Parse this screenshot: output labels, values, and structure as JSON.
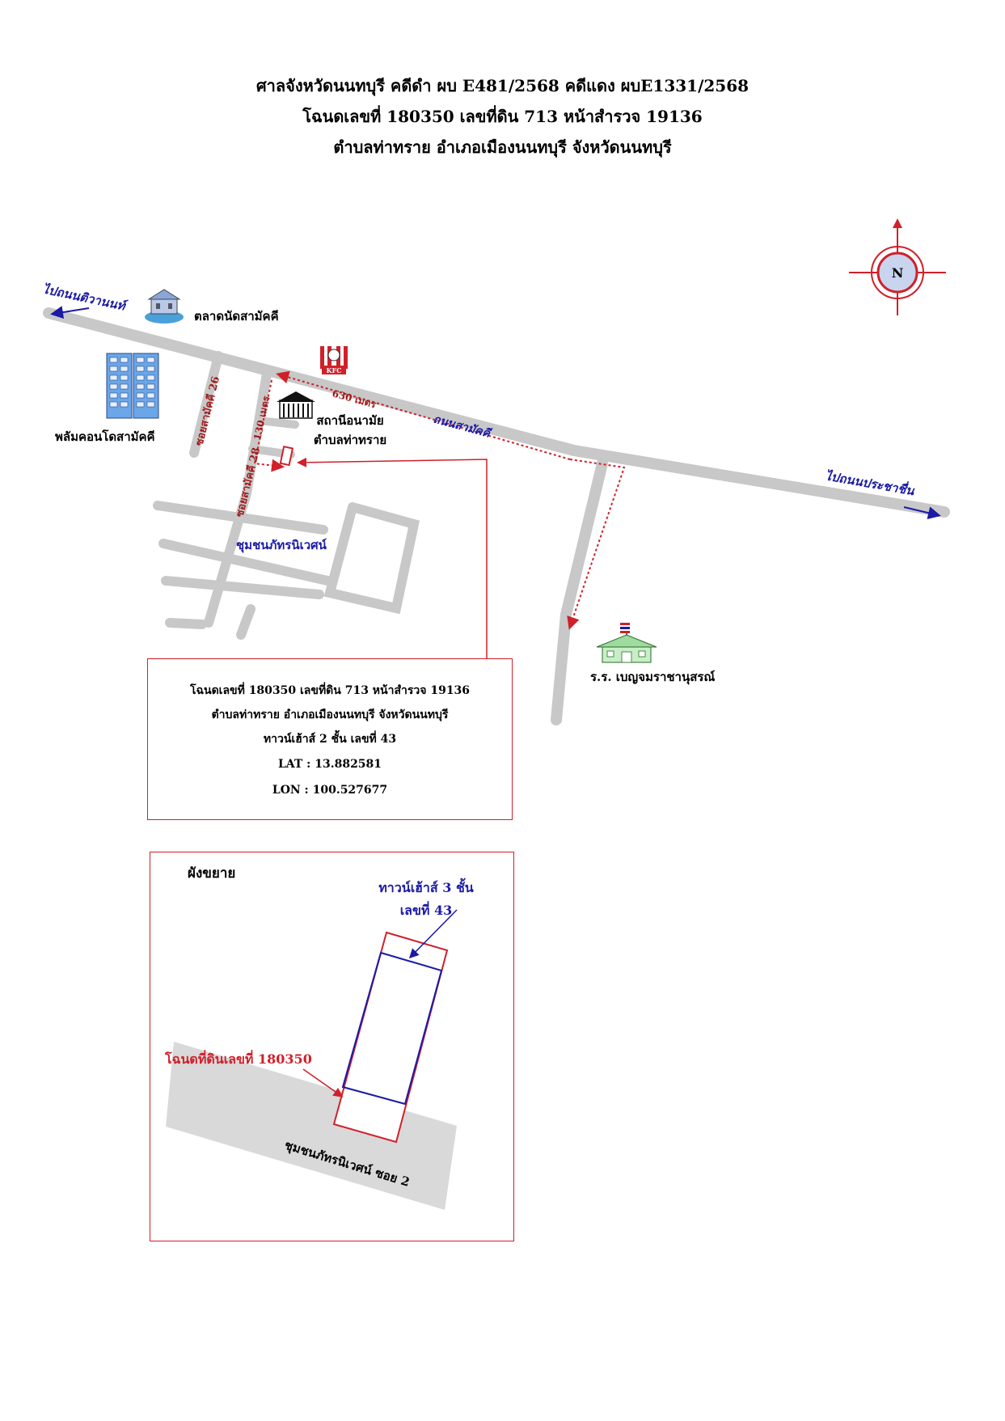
{
  "header": {
    "line1": "ศาลจังหวัดนนทบุรี  คดีดำ ผบ E481/2568  คดีแดง ผบE1331/2568",
    "line2": "โฉนดเลขที่ 180350  เลขที่ดิน 713 หน้าสำรวจ 19136",
    "line3": "ตำบลท่าทราย อำเภอเมืองนนทบุรี จังหวัดนนทบุรี"
  },
  "compass": {
    "label": "N"
  },
  "roads": {
    "to_tiwanon": "ไปถนนติวานนท์",
    "to_prachachuen": "ไปถนนประชาชื่น",
    "main_road": "ถนนสามัคคี",
    "soi_26": "ซอยสามัคคี 26",
    "soi_28": "ซอยสามัคคี 28"
  },
  "landmarks": {
    "market": "ตลาดนัดสามัคคี",
    "condo": "พลัมคอนโดสามัคคี",
    "kfc": "KFC",
    "health_station": "สถานีอนามัยตำบลท่าทราย",
    "community": "ชุมชนภัทรนิเวศน์",
    "school": "ร.ร. เบญจมราชานุสรณ์"
  },
  "distances": {
    "along_main": "630 เมตร",
    "along_soi": "130 เมตร"
  },
  "info_box": {
    "line1": "โฉนดเลขที่ 180350  เลขที่ดิน 713 หน้าสำรวจ 19136",
    "line2": "ตำบลท่าทราย อำเภอเมืองนนทบุรี จังหวัดนนทบุรี",
    "line3": "ทาวน์เฮ้าส์ 2 ชั้น เลขที่ 43",
    "lat": "LAT : 13.882581",
    "lon": "LON : 100.527677"
  },
  "inset": {
    "title": "ผังขยาย",
    "building_label_1": "ทาวน์เฮ้าส์ 3 ชั้น",
    "building_label_2": "เลขที่ 43",
    "parcel_label": "โฉนดที่ดินเลขที่ 180350",
    "road_label": "ชุมชนภัทรนิเวศน์ ซอย 2"
  },
  "colors": {
    "road": "#c8c8c8",
    "red": "#d0202a",
    "blue": "#1a1aa6",
    "route_label": "#a01a1a"
  }
}
